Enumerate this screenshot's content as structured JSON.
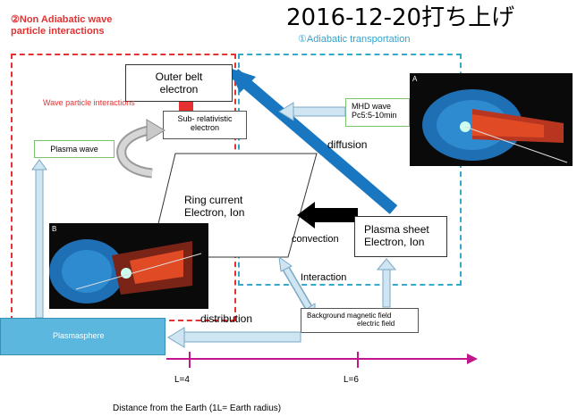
{
  "title": "2016-12-20打ち上げ",
  "regions": {
    "non_adiabatic": {
      "number": "②",
      "line1": "Non Adiabatic wave",
      "line2": "particle interactions"
    },
    "adiabatic": "①Adiabatic transportation"
  },
  "labels": {
    "wave_particle": "Wave particle interactions",
    "diffusion": "diffusion",
    "convection": "convection",
    "interaction": "Interaction",
    "distribution": "distribution"
  },
  "boxes": {
    "outer_belt": [
      "Outer belt",
      "electron"
    ],
    "sub_relativistic": [
      "Sub- relativistic",
      "electron"
    ],
    "plasma_wave": "Plasma wave",
    "mhd_wave": [
      "MHD wave",
      "Pc5:5-10min"
    ],
    "ring_current": [
      "Ring  current",
      "Electron, Ion"
    ],
    "plasma_sheet": [
      "Plasma sheet",
      "Electron, Ion"
    ],
    "background": [
      "Background magnetic field",
      "electric field"
    ],
    "plasmasphere": "Plasmasphere"
  },
  "images": {
    "top_right_letter": "A",
    "left_letter": "B"
  },
  "axis": {
    "ticks": [
      "L=4",
      "L=6"
    ],
    "label": "Distance from the Earth (1L= Earth radius)"
  },
  "colors": {
    "red": "#e63131",
    "cyan": "#34a9cc",
    "blue_arrow": "#1877c0",
    "plasmasphere": "#5bb7de",
    "green": "#7cc46b",
    "magenta": "#c1168c"
  }
}
